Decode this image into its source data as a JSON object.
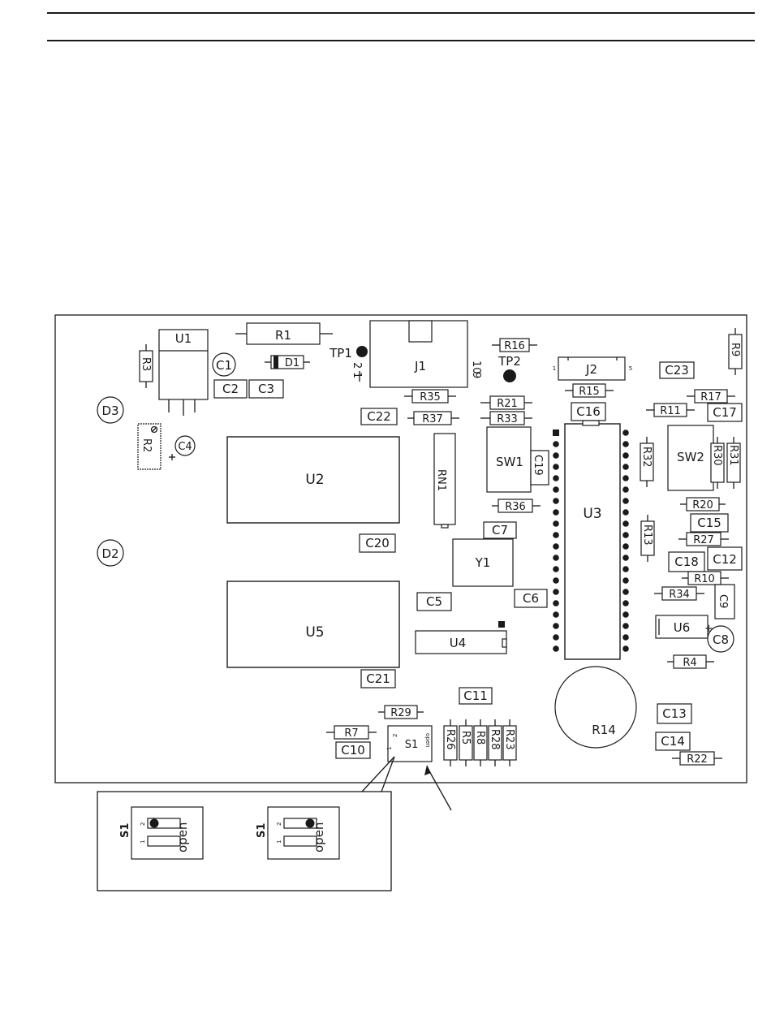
{
  "board": {
    "components": {
      "U1": "U1",
      "R1": "R1",
      "D1": "D1",
      "TP1": "TP1",
      "J1": "J1",
      "J1_pin1": "1",
      "J1_pin2": "2",
      "J1_pin9": "9",
      "J1_pin10": "10",
      "R16": "R16",
      "TP2": "TP2",
      "J2": "J2",
      "J2_pin1": "1",
      "J2_pin5": "5",
      "C23": "C23",
      "R9": "R9",
      "R3": "R3",
      "C1": "C1",
      "C2": "C2",
      "C3": "C3",
      "D3": "D3",
      "R35": "R35",
      "R21": "R21",
      "R15": "R15",
      "R17": "R17",
      "C22": "C22",
      "R37": "R37",
      "R33": "R33",
      "C16": "C16",
      "R11": "R11",
      "C17": "C17",
      "R2": "R2",
      "C4": "C4",
      "U2": "U2",
      "RN1": "RN1",
      "SW1": "SW1",
      "C19": "C19",
      "U3": "U3",
      "R32": "R32",
      "SW2": "SW2",
      "R30": "R30",
      "R31": "R31",
      "R36": "R36",
      "R20": "R20",
      "C15": "C15",
      "C7": "C7",
      "R13": "R13",
      "R27": "R27",
      "D2": "D2",
      "C20": "C20",
      "Y1": "Y1",
      "C18": "C18",
      "C12": "C12",
      "R10": "R10",
      "C5": "C5",
      "C6": "C6",
      "R34": "R34",
      "C9": "C9",
      "U5": "U5",
      "U6": "U6",
      "U4": "U4",
      "C8": "C8",
      "R4": "R4",
      "C21": "C21",
      "C11": "C11",
      "C13": "C13",
      "R29": "R29",
      "R14": "R14",
      "R7": "R7",
      "S1": "S1",
      "S1_pin1": "1",
      "S1_pin2": "2",
      "S1_open": "open",
      "R26": "R26",
      "R5": "R5",
      "R8": "R8",
      "R28": "R28",
      "R23": "R23",
      "C14": "C14",
      "C10": "C10",
      "R22": "R22"
    }
  },
  "inset": {
    "left": {
      "title": "S1",
      "pin1": "1",
      "pin2": "2",
      "open": "open"
    },
    "right": {
      "title": "S1",
      "pin1": "1",
      "pin2": "2",
      "open": "open"
    }
  }
}
